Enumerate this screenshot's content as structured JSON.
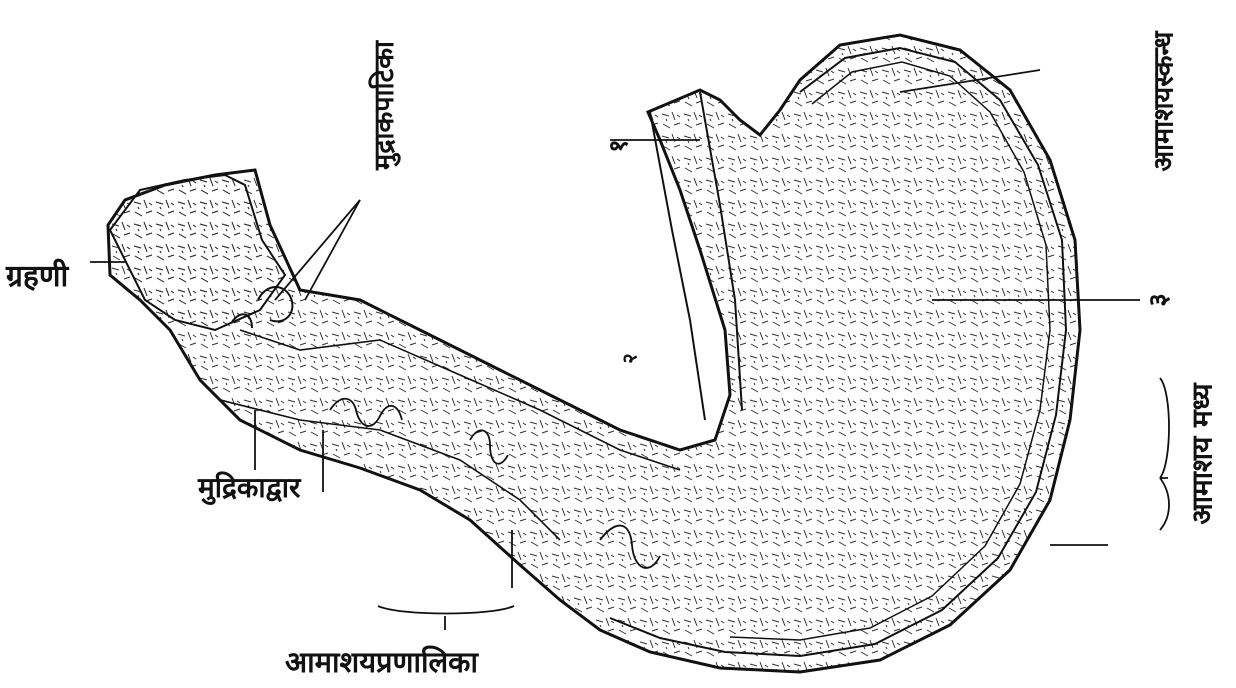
{
  "labels": {
    "grahani": "ग्रहणी",
    "mudrikadvar": "मुद्रिकाद्वार",
    "pranalika": "आमाशयप्रणालिका",
    "kapatika": "मुद्राकपाटिका",
    "skandha": "आमाशयस्कन्ध",
    "madhya": "आमाशय मध्य"
  },
  "numbers": {
    "one": "१",
    "two": "२",
    "three": "३"
  },
  "colors": {
    "ink": "#111111",
    "paper": "#ffffff"
  }
}
